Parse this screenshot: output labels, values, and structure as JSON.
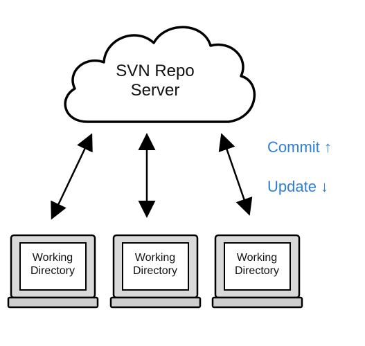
{
  "server": {
    "line1": "SVN Repo",
    "line2": "Server"
  },
  "clients": [
    {
      "line1": "Working",
      "line2": "Directory"
    },
    {
      "line1": "Working",
      "line2": "Directory"
    },
    {
      "line1": "Working",
      "line2": "Directory"
    }
  ],
  "legend": {
    "commit": "Commit ↑",
    "update": "Update ↓",
    "color": "#2f7ed8"
  },
  "colors": {
    "stroke": "#000000",
    "laptop_body": "#d9d9d9",
    "laptop_base": "#cfcfcf",
    "screen": "#ffffff"
  }
}
